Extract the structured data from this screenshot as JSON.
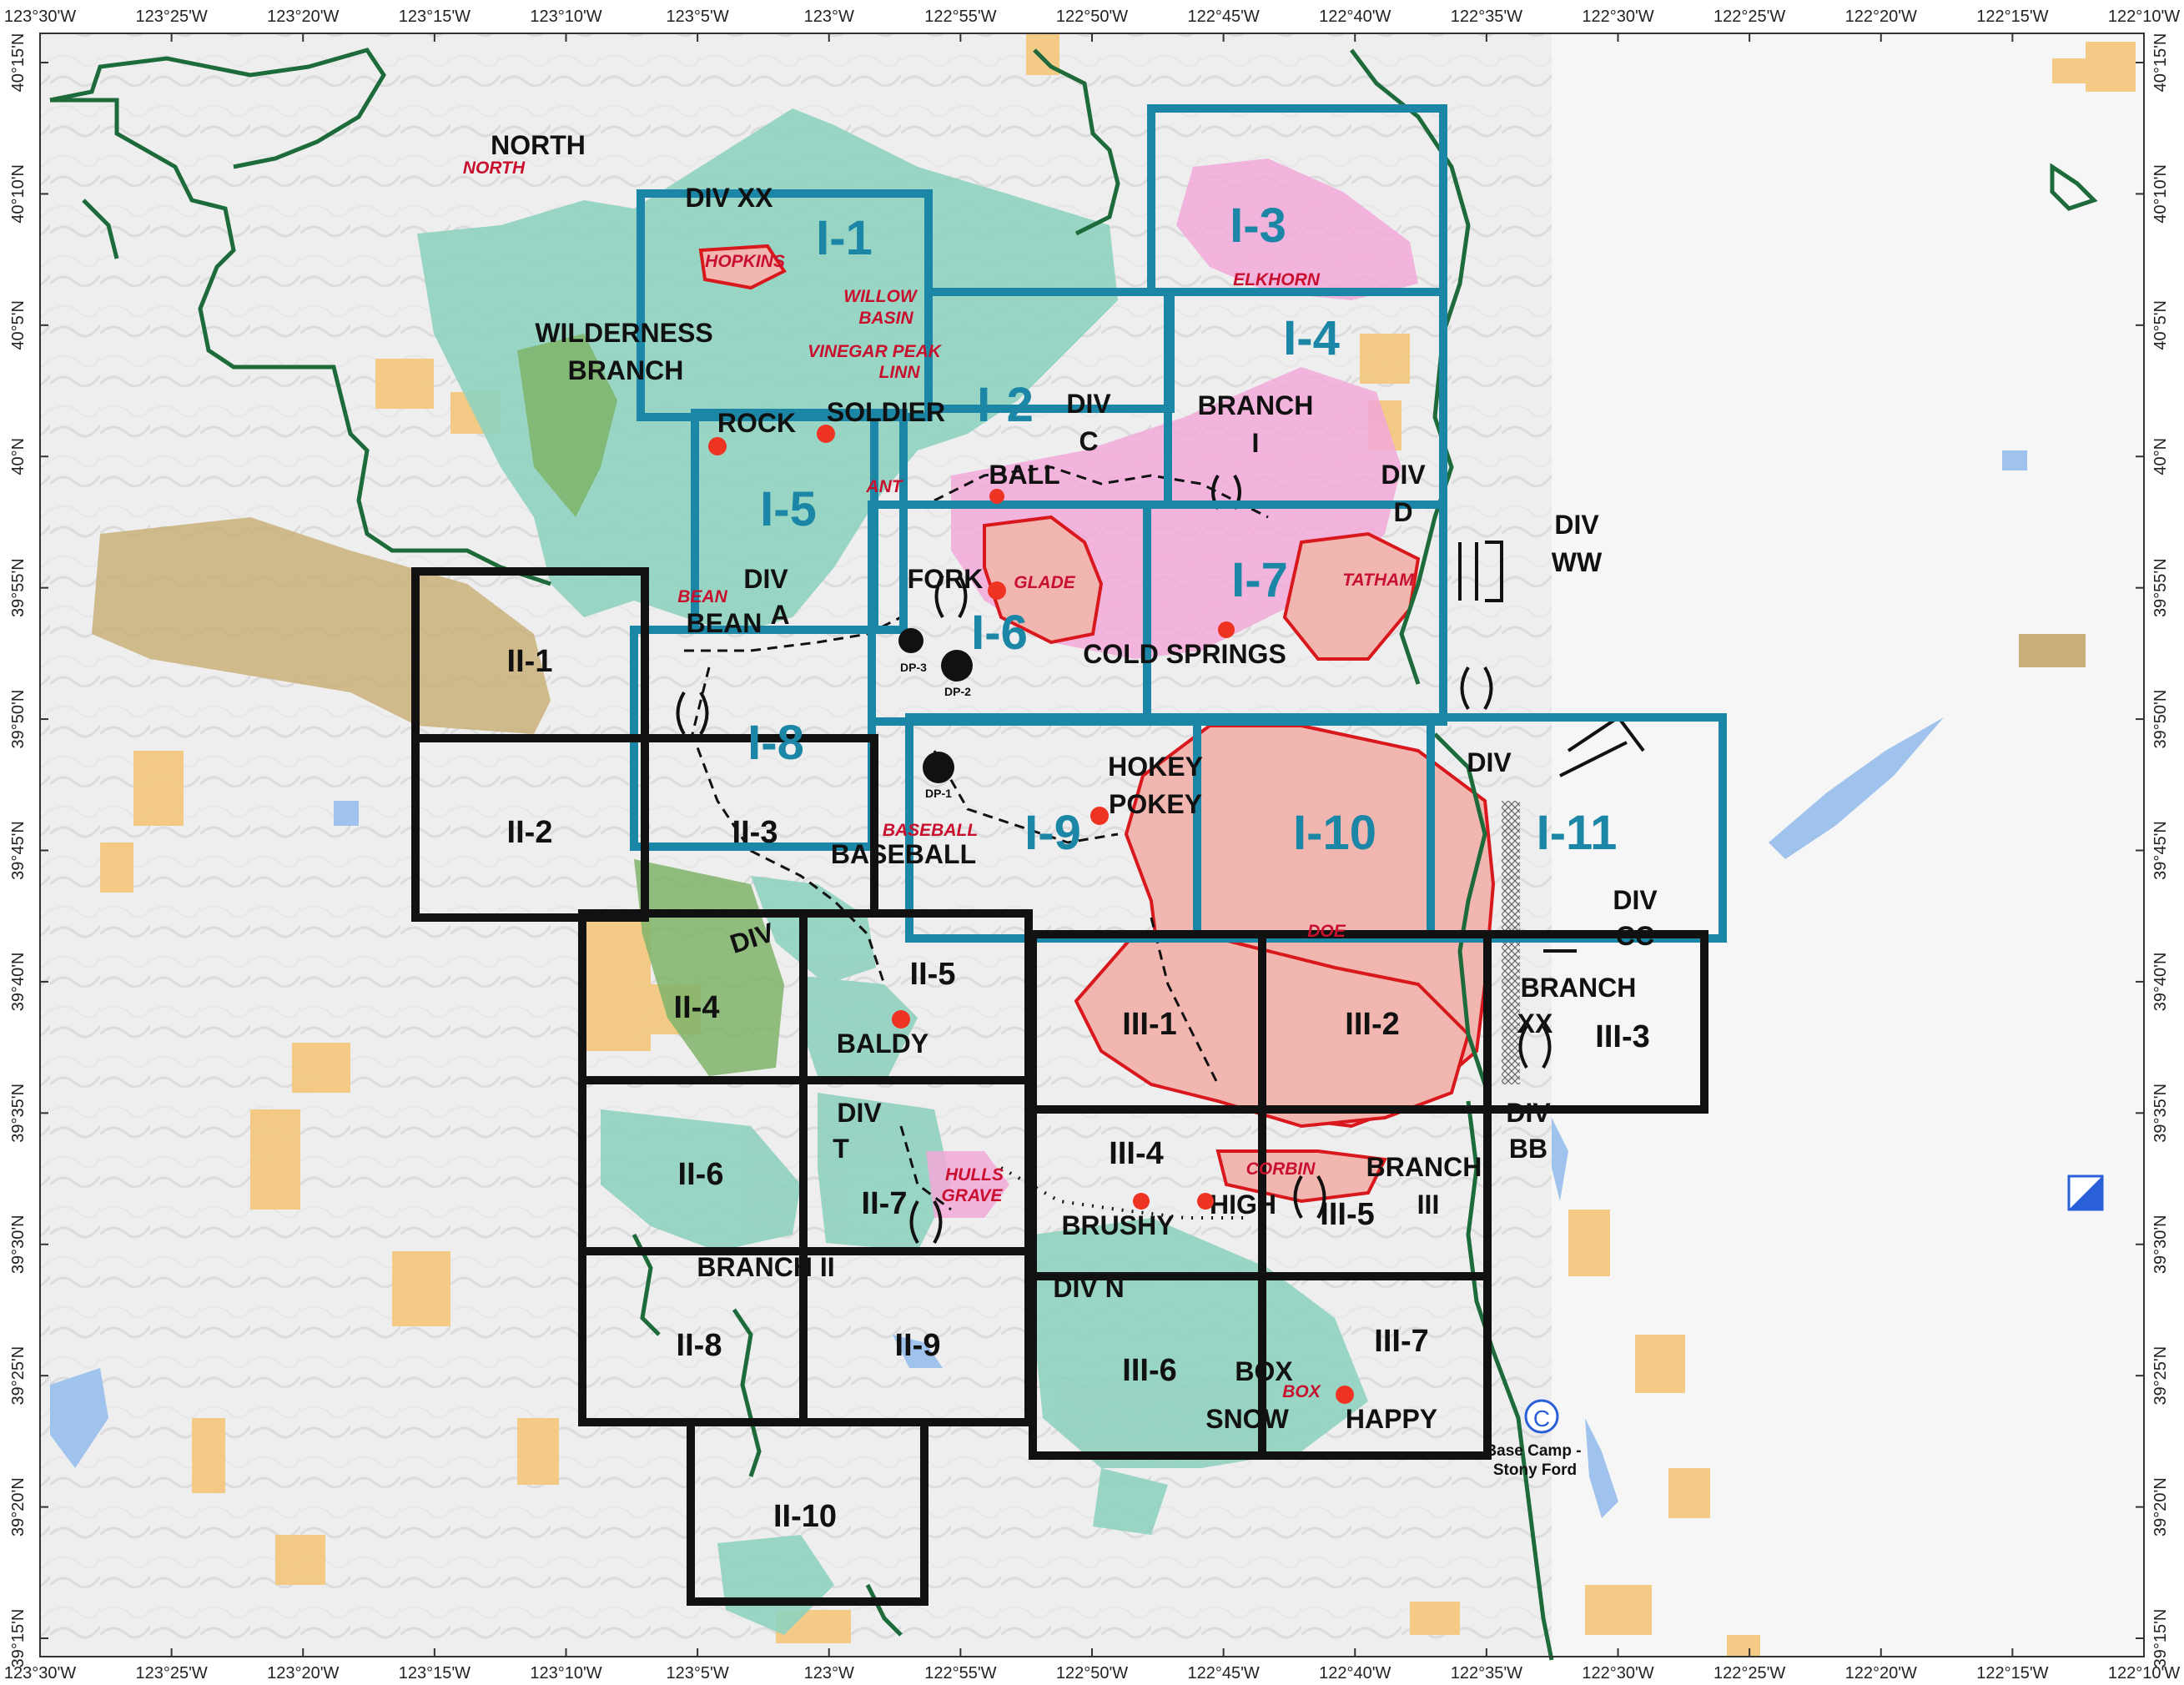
{
  "map": {
    "top_ticks": [
      "123°30'W",
      "123°25'W",
      "123°20'W",
      "123°15'W",
      "123°10'W",
      "123°5'W",
      "123°W",
      "122°55'W",
      "122°50'W",
      "122°45'W",
      "122°40'W",
      "122°35'W",
      "122°30'W",
      "122°25'W",
      "122°20'W",
      "122°15'W",
      "122°10'W"
    ],
    "bottom_ticks": [
      "123°30'W",
      "123°25'W",
      "123°20'W",
      "123°15'W",
      "123°10'W",
      "123°5'W",
      "123°W",
      "122°55'W",
      "122°50'W",
      "122°45'W",
      "122°40'W",
      "122°35'W",
      "122°30'W",
      "122°25'W",
      "122°20'W",
      "122°15'W",
      "122°10'W"
    ],
    "left_ticks": [
      "40°15'N",
      "40°10'N",
      "40°5'N",
      "40°N",
      "39°55'N",
      "39°50'N",
      "39°45'N",
      "39°40'N",
      "39°35'N",
      "39°30'N",
      "39°25'N",
      "39°20'N",
      "39°15'N"
    ],
    "right_ticks": [
      "40°15'N",
      "40°10'N",
      "40°5'N",
      "40°N",
      "39°55'N",
      "39°50'N",
      "39°45'N",
      "39°40'N",
      "39°35'N",
      "39°30'N",
      "39°25'N",
      "39°20'N",
      "39°15'N"
    ],
    "blue_zones": [
      "I-1",
      "I-2",
      "I-3",
      "I-4",
      "I-5",
      "I-6",
      "I-7",
      "I-8",
      "I-9",
      "I-10",
      "I-11"
    ],
    "black_zones": [
      "II-1",
      "II-2",
      "II-3",
      "II-4",
      "II-5",
      "II-6",
      "II-7",
      "II-8",
      "II-9",
      "II-10",
      "III-1",
      "III-2",
      "III-3",
      "III-4",
      "III-5",
      "III-6",
      "III-7"
    ],
    "divisions": {
      "div_xx": "DIV XX",
      "wilderness": "WILDERNESS",
      "branch": "BRANCH",
      "north": "NORTH",
      "div": "DIV",
      "c": "C",
      "branch_i": "BRANCH",
      "i": "I",
      "d": "D",
      "div_ww_1": "DIV",
      "div_ww_2": "WW",
      "a": "A",
      "div_cc_1": "DIV",
      "div_cc_2": "CC",
      "branch_xx_1": "BRANCH",
      "branch_xx_2": "XX",
      "div_bb_1": "DIV",
      "div_bb_2": "BB",
      "div_t_1": "DIV",
      "div_t_2": "T",
      "branch_iii": "BRANCH",
      "iii": "III",
      "branch_ii": "BRANCH II",
      "div_n": "DIV N",
      "div_div": "DIV"
    },
    "places": {
      "rock": "ROCK",
      "soldier": "SOLDIER",
      "ball": "BALL",
      "fork": "FORK",
      "bean": "BEAN",
      "cold_springs": "COLD SPRINGS",
      "hokey": "HOKEY",
      "pokey": "POKEY",
      "baseball": "BASEBALL",
      "baldy": "BALDY",
      "brushy": "BRUSHY",
      "high": "HIGH",
      "box": "BOX",
      "snow": "SNOW",
      "happy": "HAPPY",
      "base_camp_1": "Base Camp -",
      "base_camp_2": "Stony Ford"
    },
    "fires": {
      "north": "NORTH",
      "hopkins": "HOPKINS",
      "willow": "WILLOW",
      "basin": "BASIN",
      "vinegar_peak": "VINEGAR PEAK",
      "linn": "LINN",
      "ant": "ANT",
      "glade": "GLADE",
      "bean": "BEAN",
      "tatham": "TATHAM",
      "elkhorn": "ELKHORN",
      "baseball": "BASEBALL",
      "doe": "DOE",
      "corbin": "CORBIN",
      "hulls": "HULLS",
      "grave": "GRAVE",
      "box": "BOX"
    },
    "drop_points": [
      "DP-3",
      "DP-2",
      "DP-1"
    ],
    "base_camp_icon": "C",
    "colors": {
      "blue_grid": "#1b86a5",
      "black_grid": "#111111",
      "wilderness_fill": "#8fd1bf",
      "burn_fill": "#f2b6b0",
      "pink_fill": "#f2a8d9",
      "fire_red": "#d8181c",
      "boundary_green": "#1d6b3b",
      "private_orange": "#f3c77a",
      "tan": "#c9b07a",
      "water": "#9fc3ec"
    }
  }
}
